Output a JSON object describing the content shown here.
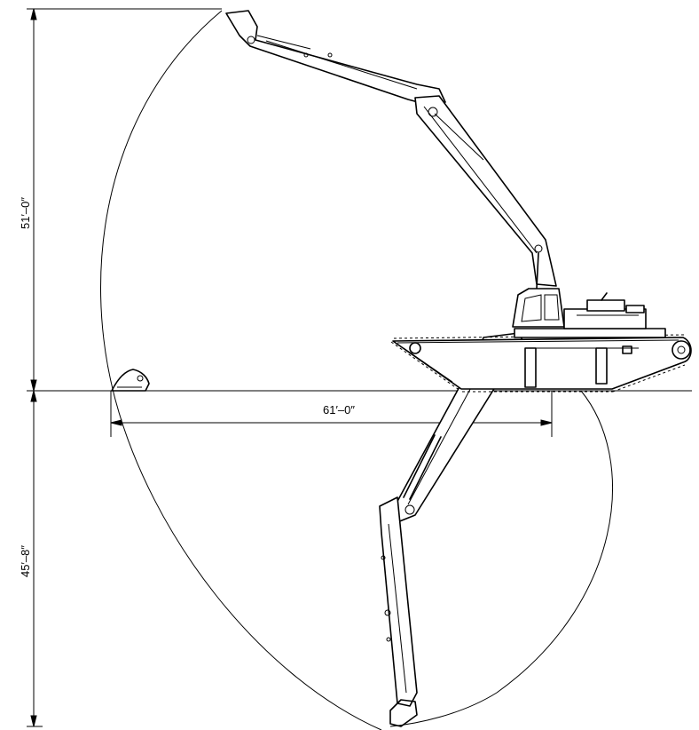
{
  "dimensions": {
    "max_height_above_ground": "51′–0″",
    "max_reach": "61′–0″",
    "max_dig_depth": "45′–8″"
  }
}
